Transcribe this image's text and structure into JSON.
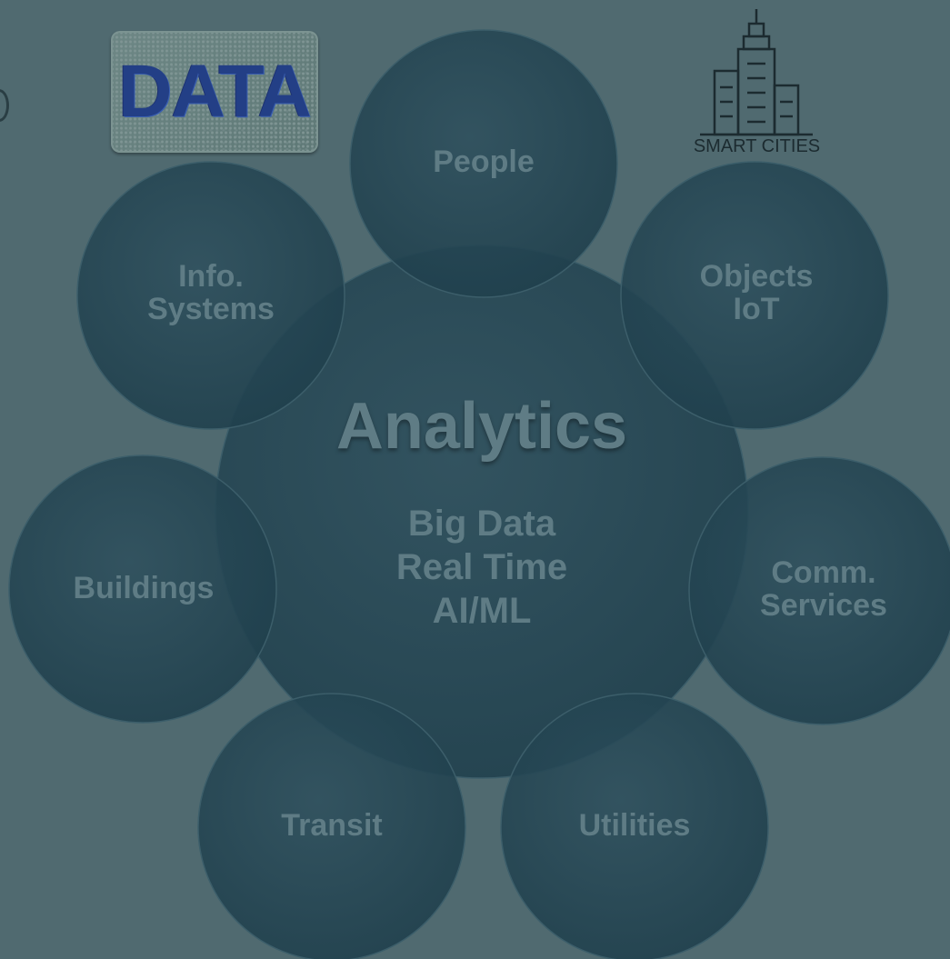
{
  "hub": {
    "title": "Analytics",
    "subtitle": "Big Data\nReal Time\nAI/ML"
  },
  "satellites": [
    {
      "id": "people",
      "label": "People"
    },
    {
      "id": "objects-iot",
      "label": "Objects\nIoT"
    },
    {
      "id": "comm-services",
      "label": "Comm.\nServices"
    },
    {
      "id": "utilities",
      "label": "Utilities"
    },
    {
      "id": "transit",
      "label": "Transit"
    },
    {
      "id": "buildings",
      "label": "Buildings"
    },
    {
      "id": "info-systems",
      "label": "Info.\nSystems"
    }
  ],
  "logos": {
    "data_logo_text": "DATA",
    "smart_cities_label": "SMART CITIES",
    "smart_cities_icon": "skyscraper-icon"
  },
  "colors": {
    "background": "#506a70",
    "circle_fill": "#2a4a57",
    "label_text": "#5f7c85"
  }
}
